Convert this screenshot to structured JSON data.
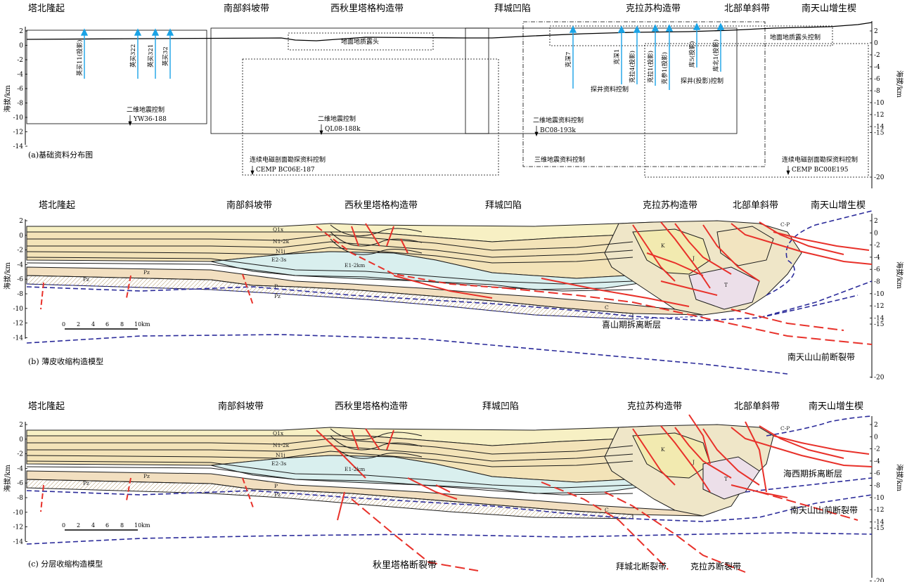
{
  "units": {
    "left_axis_label": "海拔/km",
    "right_axis_label": "海拔/km"
  },
  "scale_bar": {
    "ticks": [
      "0",
      "2",
      "4",
      "6",
      "8",
      "10km"
    ]
  },
  "panels": [
    {
      "caption": "(a)基础资料分布图",
      "regions": [
        "塔北隆起",
        "南部斜坡带",
        "西秋里塔格构造带",
        "拜城凹陷",
        "克拉苏构造带",
        "北部单斜带",
        "南天山增生楔"
      ],
      "left_ticks": [
        "2",
        "0",
        "-2",
        "-4",
        "-6",
        "-8",
        "-10",
        "-12",
        "-14"
      ],
      "right_ticks": [
        "2",
        "0",
        "-2",
        "-4",
        "-6",
        "-8",
        "-10",
        "-12",
        "-14",
        "-15",
        "-20"
      ],
      "wells": [
        "英买11(投影)",
        "英买322",
        "英买321",
        "英买32",
        "克深7",
        "克深1",
        "克拉4(投影)",
        "克拉1(投影)",
        "克参1(投影)",
        "库5(投影)",
        "库北1(投影)"
      ],
      "data_labels": {
        "seis2d_1": "二维地震控制",
        "seis2d_1_line": "YW36-188",
        "seis2d_2": "二维地震控制",
        "seis2d_2_line": "QL08-188k",
        "seis2d_3": "二维地震资料控制",
        "seis2d_3_line": "BC08-193k",
        "outcrop_1": "地面地质露头",
        "outcrop_2": "地面地质露头控制",
        "cemp_1": "连续电磁剖面勘探资料控制",
        "cemp_1_line": "CEMP BC06E-187",
        "cemp_2": "连续电磁剖面勘探资料控制",
        "cemp_2_line": "CEMP BC00E195",
        "seis3d": "三维地震资料控制",
        "well_ctrl_1": "探井资料控制",
        "well_ctrl_2": "探井(投影)控制"
      }
    },
    {
      "caption": "(b) 薄皮收缩构造模型",
      "regions": [
        "塔北隆起",
        "南部斜坡带",
        "西秋里塔格构造带",
        "拜城凹陷",
        "克拉苏构造带",
        "北部单斜带",
        "南天山增生楔"
      ],
      "left_ticks": [
        "2",
        "0",
        "-2",
        "-4",
        "-6",
        "-8",
        "-10",
        "-12",
        "-14"
      ],
      "right_ticks": [
        "2",
        "0",
        "-2",
        "-4",
        "-6",
        "-8",
        "-10",
        "-12",
        "-14",
        "-15",
        "-20"
      ],
      "fault_labels": [
        "喜山期拆离断层",
        "南天山山前断裂带"
      ],
      "unit_labels": [
        "Q1x",
        "N1-2k",
        "N1j",
        "E2-3s",
        "E1-2km",
        "K",
        "J",
        "T",
        "P",
        "Pz",
        "C",
        "C-P",
        "Pz",
        "Pz"
      ]
    },
    {
      "caption": "(c) 分层收缩构造模型",
      "regions": [
        "塔北隆起",
        "南部斜坡带",
        "西秋里塔格构造带",
        "拜城凹陷",
        "克拉苏构造带",
        "北部单斜带",
        "南天山增生楔"
      ],
      "left_ticks": [
        "2",
        "0",
        "-2",
        "-4",
        "-6",
        "-8",
        "-10",
        "-12",
        "-14"
      ],
      "right_ticks": [
        "2",
        "0",
        "-2",
        "-4",
        "-6",
        "-8",
        "-10",
        "-12",
        "-14",
        "-15",
        "-20"
      ],
      "fault_labels": [
        "海西期拆离断层",
        "南天山山前断裂带",
        "秋里塔格断裂带",
        "拜城北断裂带",
        "克拉苏断裂带"
      ],
      "unit_labels": [
        "Q1x",
        "N1-2k",
        "N1j",
        "E2-3s",
        "E1-2km",
        "K",
        "J",
        "T",
        "P",
        "Pz",
        "C",
        "C-P",
        "Pz",
        "Pz"
      ]
    }
  ],
  "colors": {
    "fault": "#e8312a",
    "boundary_dashed": "#2b2b9a",
    "well": "#1aa3e6",
    "layer_Q": "#f7f0c4",
    "layer_N": "#f3e3b8",
    "layer_E": "#d9efee",
    "layer_K": "#f2eab0",
    "layer_J": "#efe6c8",
    "layer_T": "#ecdfe9",
    "layer_P": "#f2dfc0",
    "layer_Pz": "#ffffff"
  }
}
